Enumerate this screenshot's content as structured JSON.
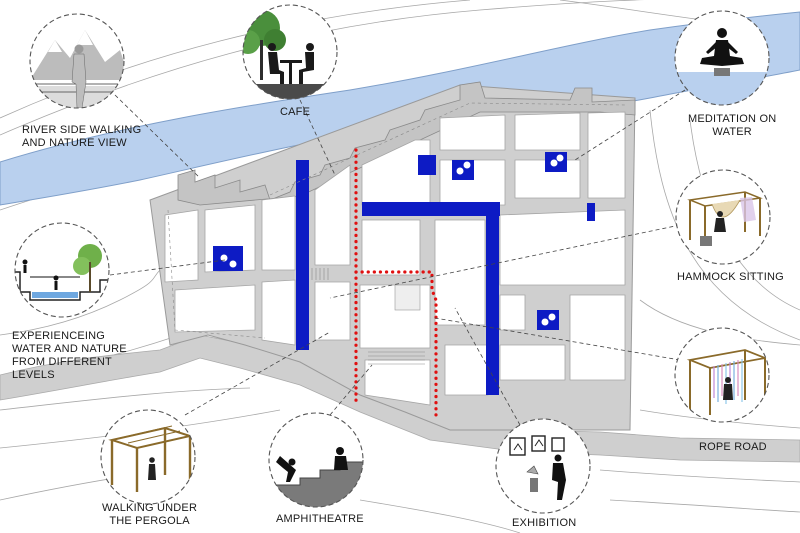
{
  "labels": {
    "riverside": "RIVER SIDE WALKING\nAND NATURE VIEW",
    "cafe": "CAFE",
    "meditation": "MEDITATION ON\nWATER",
    "hammock": "HAMMOCK SITTING",
    "experience": "EXPERIENCEING\nWATER AND NATURE\nFROM DIFFERENT\nLEVELS",
    "rope_road": "ROPE ROAD",
    "pergola": "WALKING UNDER\nTHE PERGOLA",
    "amphitheatre": "AMPHITHEATRE",
    "exhibition": "EXHIBITION"
  },
  "colors": {
    "river": "#b9d0ee",
    "river_edge": "#7f9fc9",
    "wall": "#cfcfcf",
    "pool": "#0d1bc4",
    "path": "#e01010",
    "circle_border": "#555555"
  },
  "icons": {
    "riverside": "person-mountains-icon",
    "cafe": "cafe-table-icon",
    "meditation": "meditating-person-icon",
    "hammock": "hammock-icon",
    "experience": "water-level-section-icon",
    "rope_road": "rope-canopy-icon",
    "pergola": "pergola-icon",
    "amphitheatre": "steps-dancer-icon",
    "exhibition": "gallery-visitor-icon"
  }
}
